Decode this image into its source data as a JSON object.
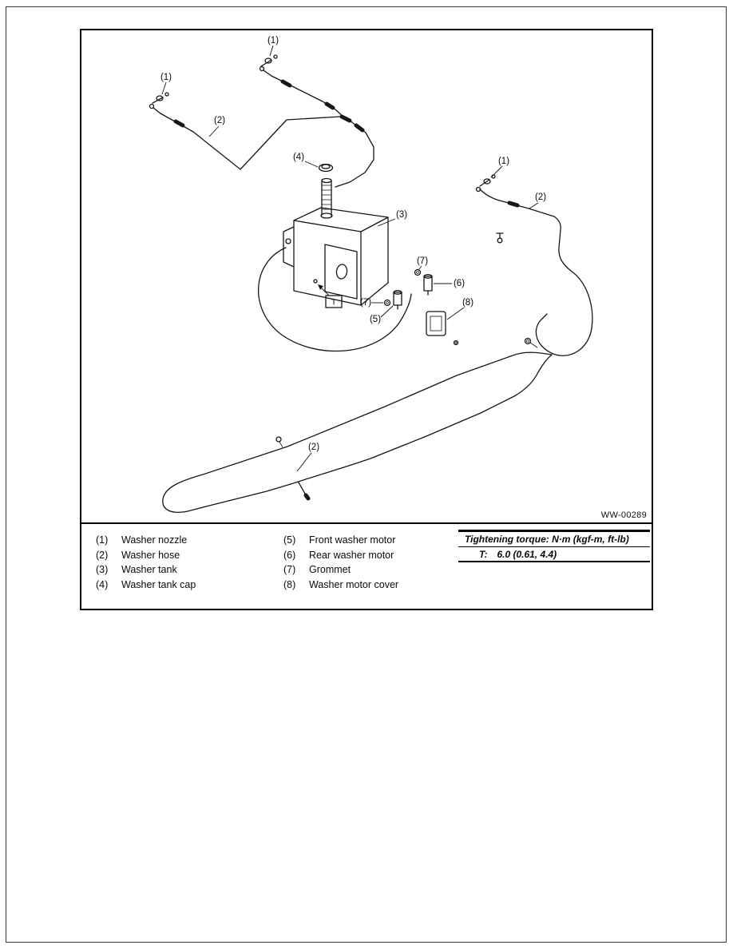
{
  "page": {
    "diagram_code": "WW-00289"
  },
  "diagram": {
    "torque_marker": "T",
    "callouts": {
      "n1": "(1)",
      "n2": "(2)",
      "n3": "(3)",
      "n4": "(4)",
      "n5": "(5)",
      "n6": "(6)",
      "n7": "(7)",
      "n8": "(8)"
    }
  },
  "legend": {
    "items": [
      {
        "num": "(1)",
        "label": "Washer nozzle"
      },
      {
        "num": "(2)",
        "label": "Washer hose"
      },
      {
        "num": "(3)",
        "label": "Washer tank"
      },
      {
        "num": "(4)",
        "label": "Washer tank cap"
      },
      {
        "num": "(5)",
        "label": "Front washer motor"
      },
      {
        "num": "(6)",
        "label": "Rear washer motor"
      },
      {
        "num": "(7)",
        "label": "Grommet"
      },
      {
        "num": "(8)",
        "label": "Washer motor cover"
      }
    ]
  },
  "torque_note": {
    "title": "Tightening torque: N·m (kgf-m, ft-lb)",
    "symbol": "T:",
    "value": "6.0 (0.61, 4.4)"
  }
}
